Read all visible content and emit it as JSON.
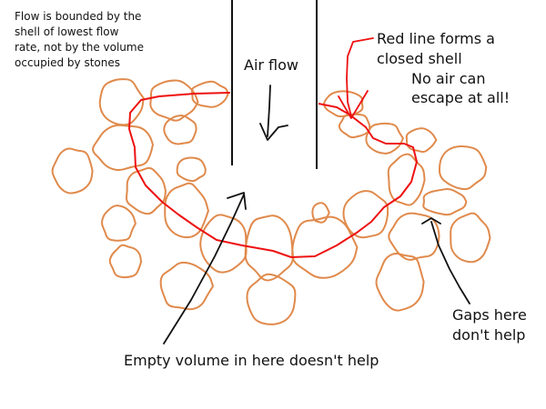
{
  "annotations": {
    "note_lines": [
      "Flow is bounded by the",
      "shell of lowest flow",
      "rate, not by the volume",
      "occupied by stones"
    ],
    "air_flow": "Air flow",
    "red_line": [
      "Red line forms a",
      "closed shell"
    ],
    "no_escape": [
      "No air can",
      "escape at all!"
    ],
    "gaps": [
      "Gaps here",
      "don't help"
    ],
    "empty_volume": "Empty volume in here doesn't help"
  },
  "colors": {
    "stone": "#e08a4c",
    "shell_line": "#ee1111",
    "ink": "#111111"
  }
}
